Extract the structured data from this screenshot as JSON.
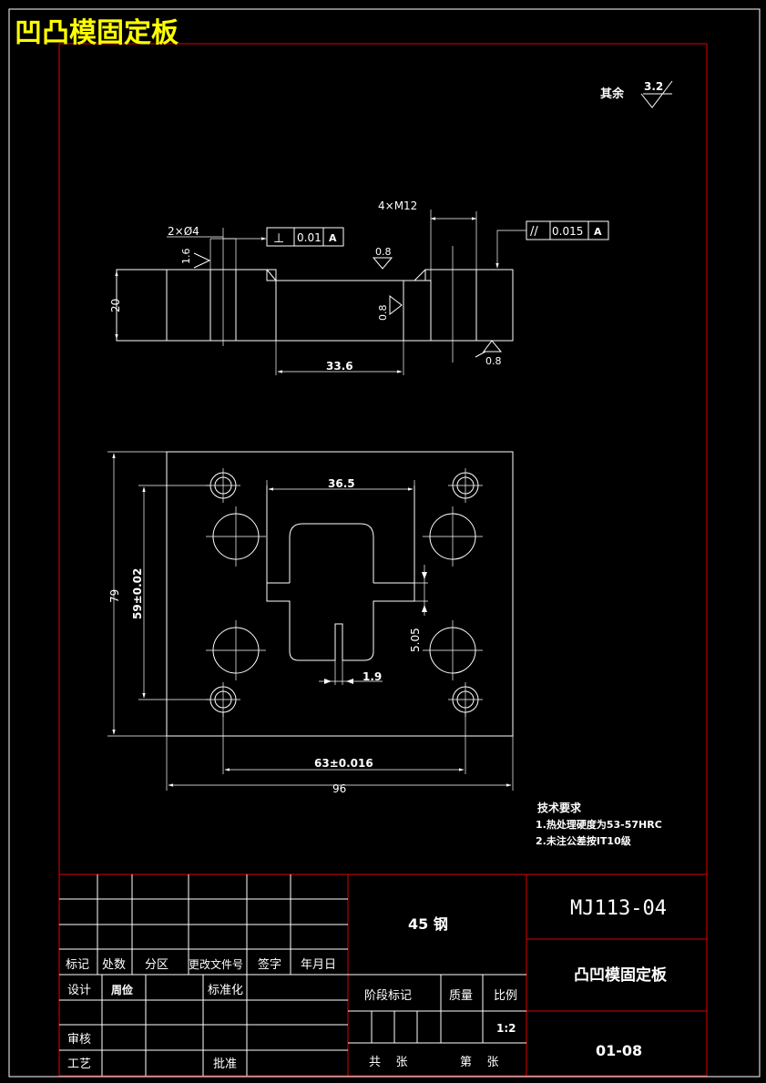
{
  "header": {
    "title": "凹凸模固定板",
    "title_color": "#ffff00"
  },
  "colors": {
    "frame": "#e00000",
    "lines": "#ffffff",
    "title": "#ffff00"
  },
  "roughness": {
    "other_label": "其余",
    "other_value": "3.2",
    "top_face": "0.8",
    "pocket_wall": "0.8",
    "bottom_face": "0.8"
  },
  "section_view": {
    "thread_label": "4×M12",
    "hole_label": "2×Ø4",
    "hole_depth": "1.6",
    "height_dim": "20",
    "pocket_width": "33.6",
    "tolerance_flat": {
      "symbol": "⊥",
      "value": "0.01",
      "datum": "A"
    },
    "tolerance_parallel": {
      "symbol": "//",
      "value": "0.015",
      "datum": "A"
    }
  },
  "plan_view": {
    "width_dim": "96",
    "height_dim": "79",
    "hole_spacing_x": "63±0.016",
    "hole_spacing_y": "59±0.02",
    "pocket_width": "36.5",
    "step_dim": "5.05",
    "slot_dim": "1.9"
  },
  "notes": {
    "title": "技术要求",
    "items": [
      "1.热处理硬度为53-57HRC",
      "2.未注公差按IT10级"
    ]
  },
  "title_block": {
    "material": "45 钢",
    "drawing_no": "MJ113-04",
    "part_name": "凸凹模固定板",
    "sheet_no": "01-08",
    "headers": [
      "标记",
      "处数",
      "分区",
      "更改文件号",
      "签字",
      "年月日"
    ],
    "design_label": "设计",
    "designer": "周俭",
    "standard_label": "标准化",
    "review_label": "审核",
    "process_label": "工艺",
    "approve_label": "批准",
    "stage_label": "阶段标记",
    "mass_label": "质量",
    "scale_label": "比例",
    "scale_value": "1:2",
    "total_sheets_label": "共    张",
    "sheet_label": "第    张"
  }
}
